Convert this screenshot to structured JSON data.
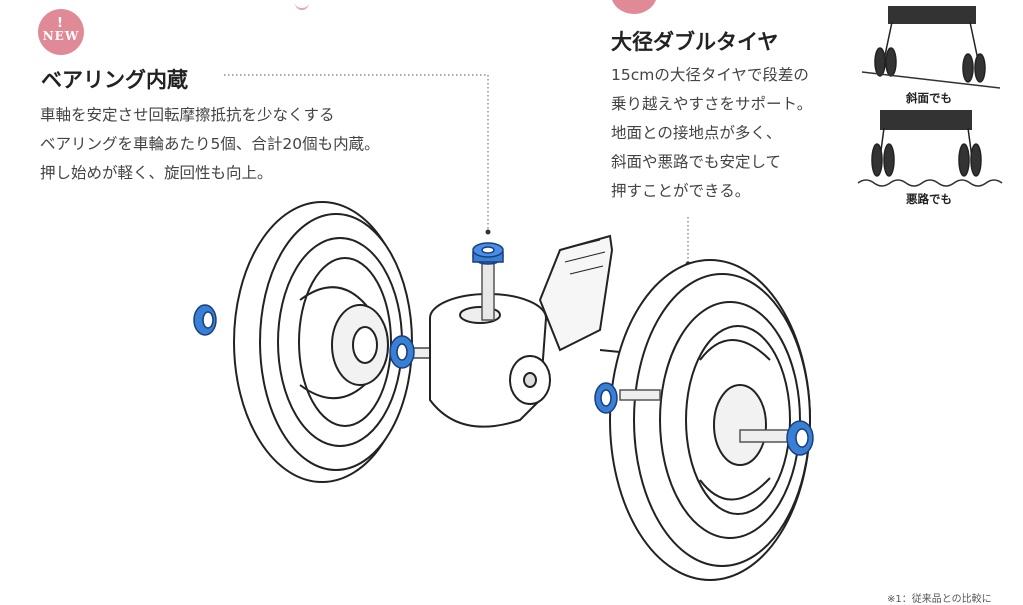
{
  "badge": {
    "text": "NEW",
    "mark": "!"
  },
  "bearing": {
    "title": "ベアリング内蔵",
    "text": "車軸を安定させ回転摩擦抵抗を少なくする\nベアリングを車輪あたり5個、合計20個も内蔵。\n押し始めが軽く、旋回性も向上。"
  },
  "tire": {
    "title": "大径ダブルタイヤ",
    "text": "15cmの大径タイヤで段差の\n乗り越えやすさをサポート。\n地面との接地点が多く、\n斜面や悪路でも安定して\n押すことができる。"
  },
  "insets": [
    {
      "label": "斜面でも"
    },
    {
      "label": "悪路でも"
    }
  ],
  "footnote": "※1：従来品との比較に",
  "colors": {
    "accent": "#e18a97",
    "bearing_blue": "#2f6fc4"
  }
}
